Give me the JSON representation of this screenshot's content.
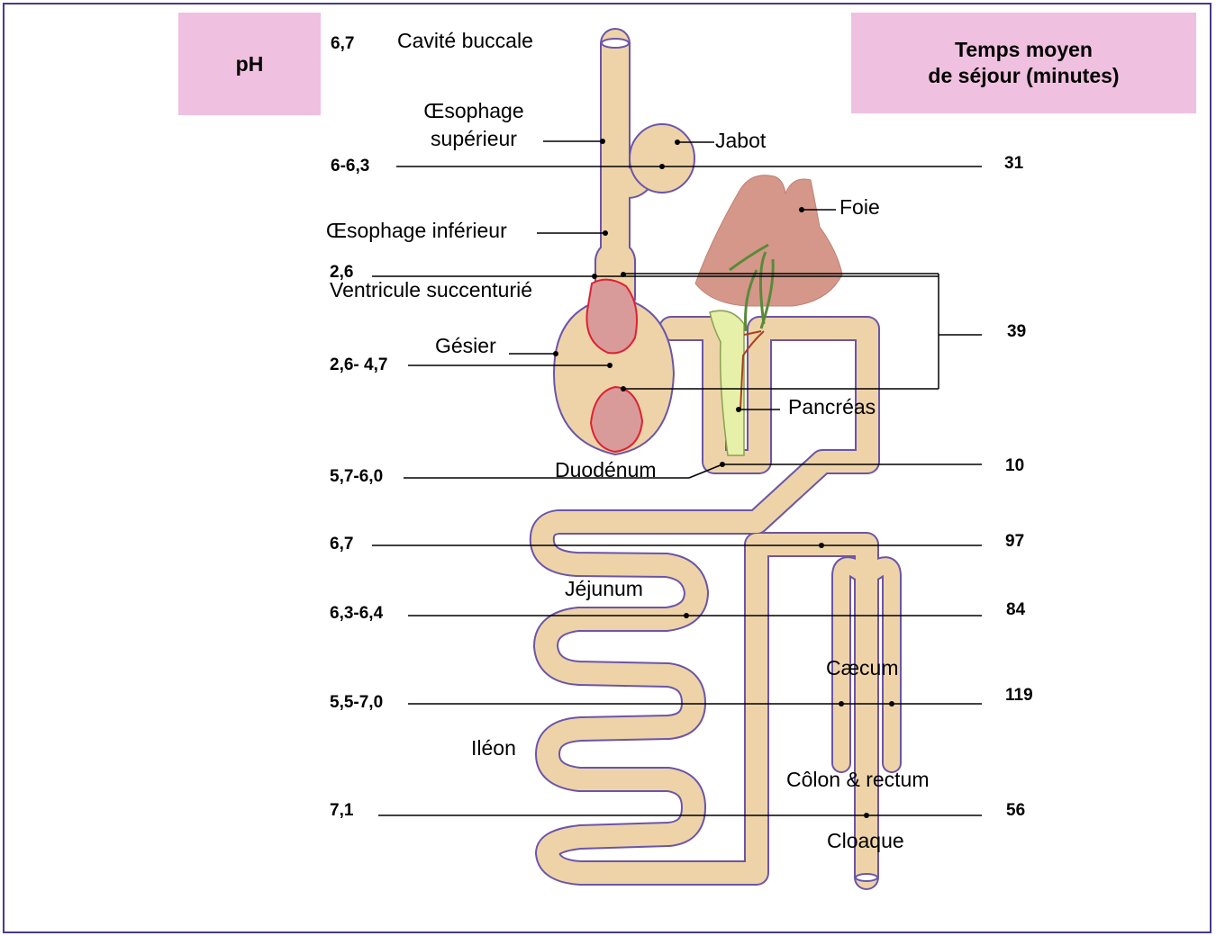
{
  "headers": {
    "ph": "pH",
    "time_line1": "Temps moyen",
    "time_line2": "de séjour (minutes)"
  },
  "ph_values": {
    "cavite": "6,7",
    "oesophage": "6-6,3",
    "ventricule": "2,6",
    "gesier": "2,6- 4,7",
    "duodenum": "5,7-6,0",
    "jejunum_haut": "6,7",
    "jejunum_bas": "6,3-6,4",
    "ileon_haut": "5,5-7,0",
    "ileon_bas": "7,1"
  },
  "times": {
    "jabot": "31",
    "ventricule_gesier": "39",
    "duodenum": "10",
    "jejunum_haut": "97",
    "jejunum_bas": "84",
    "caecum": "119",
    "colon": "56"
  },
  "labels": {
    "cavite_buccale": "Cavité buccale",
    "oesophage_sup_1": "Œsophage",
    "oesophage_sup_2": "supérieur",
    "jabot": "Jabot",
    "foie": "Foie",
    "oesophage_inf": "Œsophage inférieur",
    "ventricule": "Ventricule succenturié",
    "gesier": "Gésier",
    "pancreas": "Pancréas",
    "duodenum": "Duodénum",
    "jejunum": "Jéjunum",
    "caecum": "Cæcum",
    "ileon": "Iléon",
    "colon_rectum": "Côlon & rectum",
    "cloaque": "Cloaque"
  },
  "colors": {
    "tract_fill": "#eed3a9",
    "tract_outline": "#6a55a8",
    "organ_pink": "#d99a9a",
    "organ_red_outline": "#dd2233",
    "liver": "#d4978a",
    "pancreas": "#e6f0a8",
    "header_box": "#f0c0e0"
  }
}
